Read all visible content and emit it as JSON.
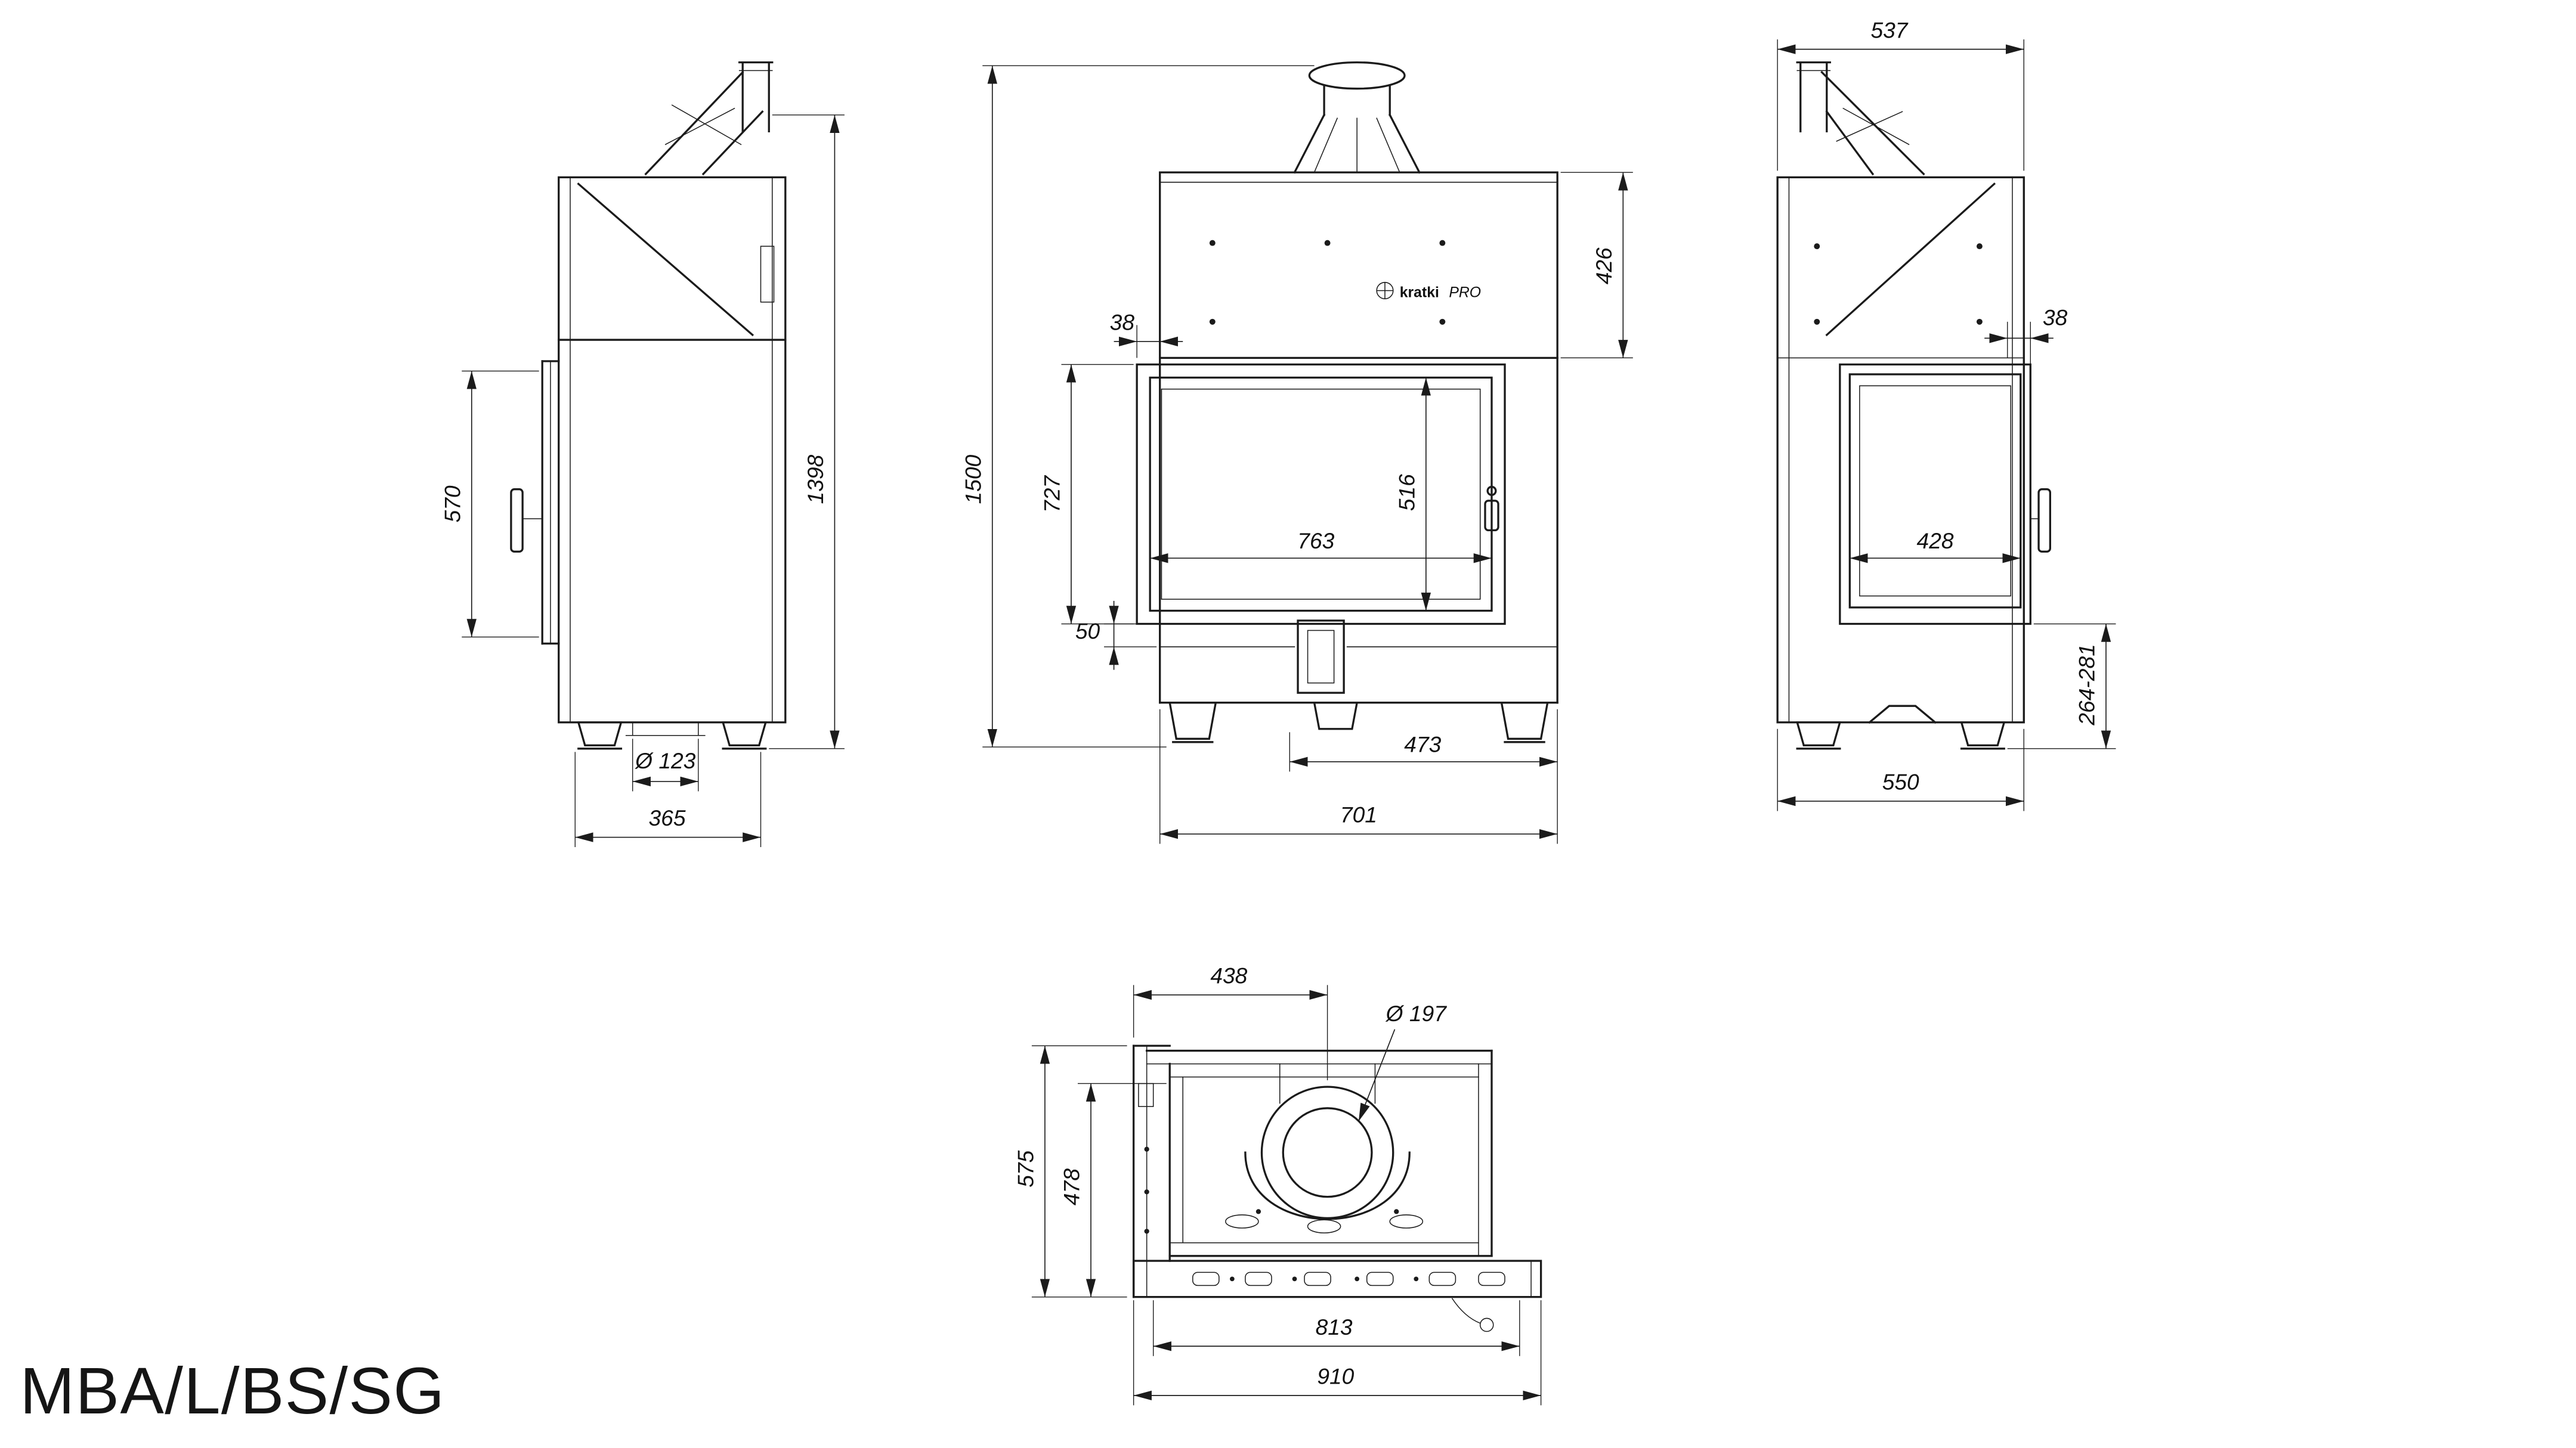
{
  "title": "MBA/L/BS/SG",
  "logo": {
    "brand": "kratki",
    "suffix": "PRO"
  },
  "views": {
    "side_left": {
      "dims": {
        "door_height": "570",
        "total_height": "1398",
        "inlet_diameter": "Ø 123",
        "depth": "365"
      }
    },
    "front": {
      "dims": {
        "frame_offset": "38",
        "hood_height": "426",
        "door_opening_height": "727",
        "overall_height": "1500",
        "glass_width": "763",
        "glass_height": "516",
        "bottom_offset": "50",
        "base_width": "473",
        "body_width": "701"
      }
    },
    "side_right": {
      "dims": {
        "top_depth": "537",
        "frame_offset": "38",
        "side_glass_width": "428",
        "base_height_range": "264-281",
        "depth": "550"
      }
    },
    "top": {
      "dims": {
        "flue_center_offset": "438",
        "flue_diameter": "Ø 197",
        "overall_depth": "575",
        "body_depth": "478",
        "body_width": "813",
        "overall_width": "910"
      }
    }
  }
}
